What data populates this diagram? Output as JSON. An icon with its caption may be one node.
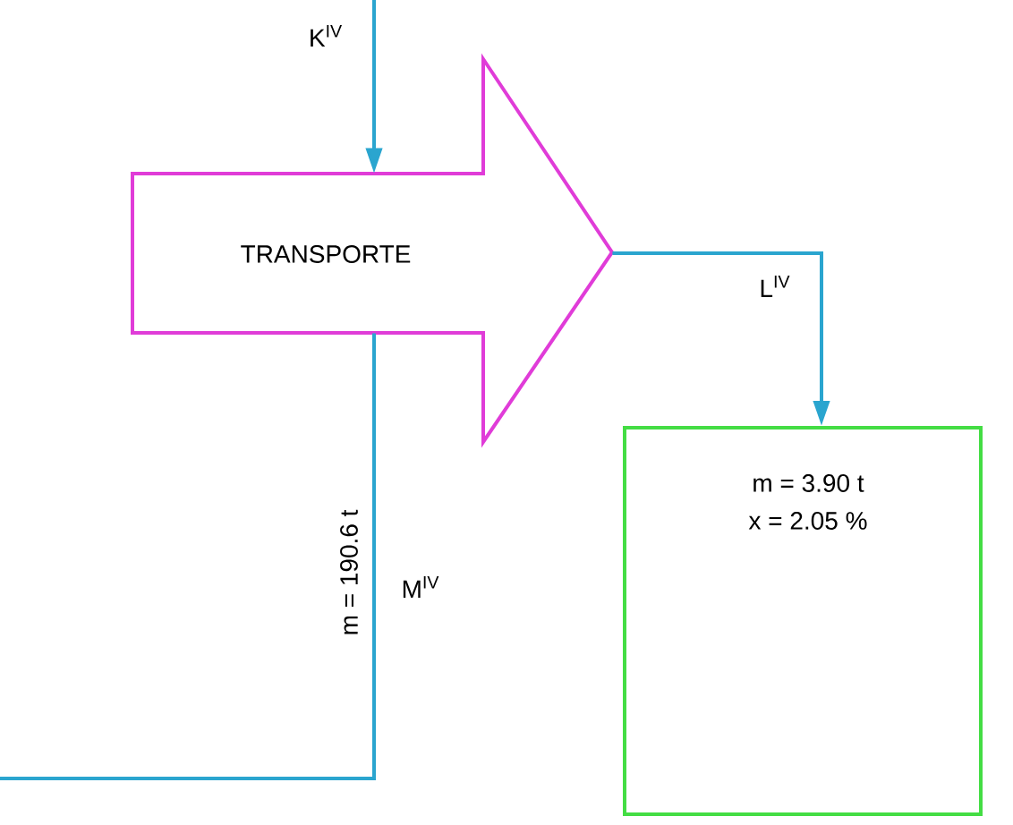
{
  "diagram": {
    "nodes": [
      {
        "text": [
          "TRANSPORTE"
        ]
      },
      {
        "text": [
          "m = 3.90 t",
          "x = 2.05 %"
        ]
      }
    ],
    "edges": [
      {
        "from": null,
        "to": 0,
        "arrow": "to",
        "label": "K$^{IV}$"
      },
      {
        "from": 0,
        "to": 1,
        "arrow": "to",
        "label": "L$^{IV}$"
      },
      {
        "from": 0,
        "to": null,
        "arrow": "none",
        "label": "M$^{IV}$"
      }
    ],
    "labels": [
      "m = 190.6 t"
    ]
  }
}
